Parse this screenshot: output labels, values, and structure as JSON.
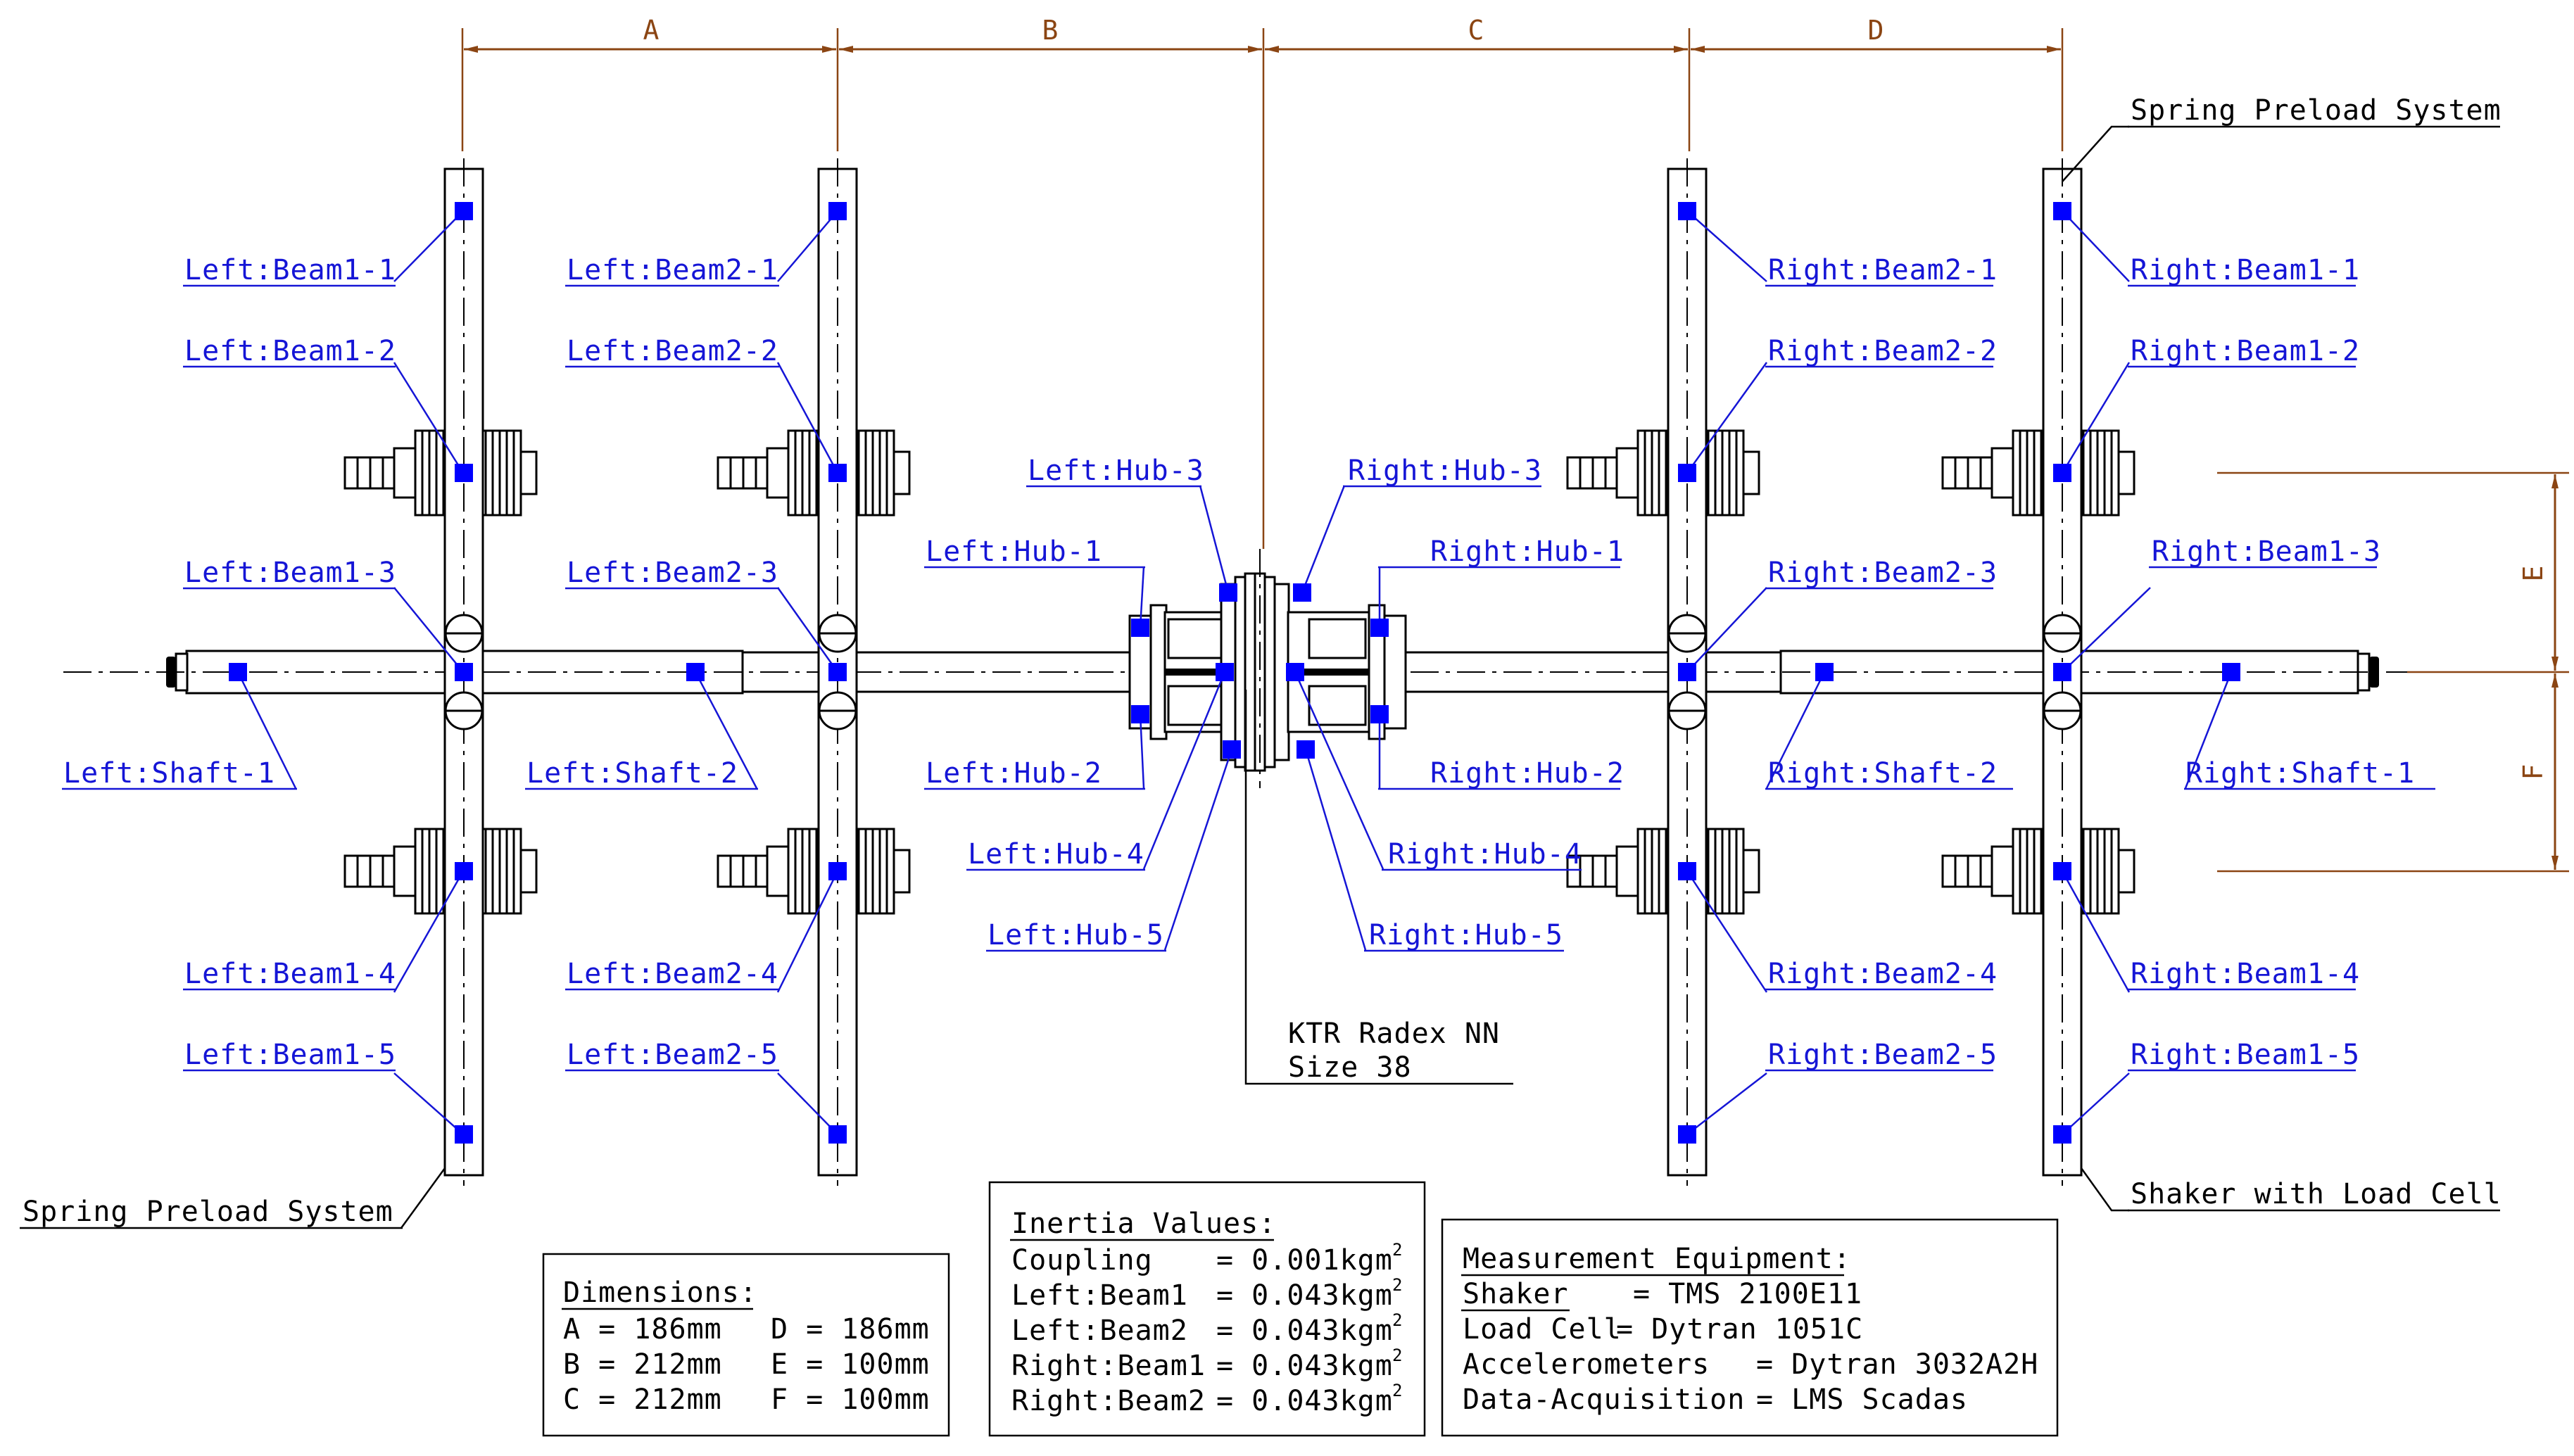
{
  "colors": {
    "marker": "#0000ff",
    "label": "#1515d6",
    "dimension": "#8b4513",
    "line": "#000000"
  },
  "dimension_letters": {
    "A": "A",
    "B": "B",
    "C": "C",
    "D": "D",
    "E": "E",
    "F": "F"
  },
  "callouts": {
    "spring_preload_top": "Spring Preload System",
    "spring_preload_bottom": "Spring Preload System",
    "shaker": "Shaker with Load Cell",
    "coupling_line1": "KTR Radex NN",
    "coupling_line2": "Size 38"
  },
  "labels": {
    "left_beam1": [
      "Left:Beam1-1",
      "Left:Beam1-2",
      "Left:Beam1-3",
      "Left:Beam1-4",
      "Left:Beam1-5"
    ],
    "left_beam2": [
      "Left:Beam2-1",
      "Left:Beam2-2",
      "Left:Beam2-3",
      "Left:Beam2-4",
      "Left:Beam2-5"
    ],
    "right_beam2": [
      "Right:Beam2-1",
      "Right:Beam2-2",
      "Right:Beam2-3",
      "Right:Beam2-4",
      "Right:Beam2-5"
    ],
    "right_beam1": [
      "Right:Beam1-1",
      "Right:Beam1-2",
      "Right:Beam1-3",
      "Right:Beam1-4",
      "Right:Beam1-5"
    ],
    "left_shaft": [
      "Left:Shaft-1",
      "Left:Shaft-2"
    ],
    "right_shaft": [
      "Right:Shaft-1",
      "Right:Shaft-2"
    ],
    "left_hub": [
      "Left:Hub-1",
      "Left:Hub-2",
      "Left:Hub-3",
      "Left:Hub-4",
      "Left:Hub-5"
    ],
    "right_hub": [
      "Right:Hub-1",
      "Right:Hub-2",
      "Right:Hub-3",
      "Right:Hub-4",
      "Right:Hub-5"
    ]
  },
  "dimensions_table": {
    "title": "Dimensions:",
    "rows": [
      [
        "A = 186mm",
        "D = 186mm"
      ],
      [
        "B = 212mm",
        "E = 100mm"
      ],
      [
        "C = 212mm",
        "F = 100mm"
      ]
    ]
  },
  "inertia_table": {
    "title": "Inertia Values:",
    "rows": [
      {
        "name": "Coupling",
        "value": "= 0.001kgm",
        "sup": "2"
      },
      {
        "name": "Left:Beam1",
        "value": "= 0.043kgm",
        "sup": "2"
      },
      {
        "name": "Left:Beam2",
        "value": "= 0.043kgm",
        "sup": "2"
      },
      {
        "name": "Right:Beam1",
        "value": "= 0.043kgm",
        "sup": "2"
      },
      {
        "name": "Right:Beam2",
        "value": "= 0.043kgm",
        "sup": "2"
      }
    ]
  },
  "equipment_table": {
    "title": "Measurement Equipment:",
    "rows": [
      {
        "name": "Shaker",
        "value": "= TMS 2100E11"
      },
      {
        "name": "Load Cell",
        "value": "= Dytran 1051C"
      },
      {
        "name": "Accelerometers",
        "value": "= Dytran 3032A2H"
      },
      {
        "name": "Data-Acquisition",
        "value": "= LMS Scadas"
      }
    ]
  }
}
